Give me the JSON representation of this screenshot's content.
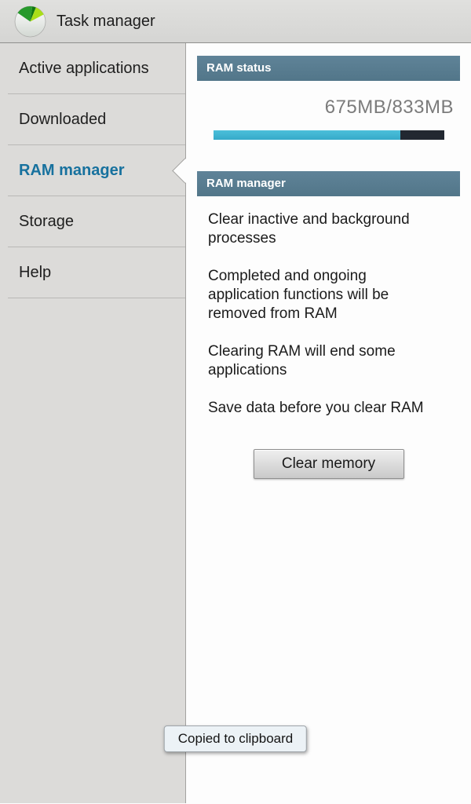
{
  "header": {
    "title": "Task manager",
    "icon": "pie-chart-icon"
  },
  "sidebar": {
    "items": [
      {
        "label": "Active applications",
        "selected": false
      },
      {
        "label": "Downloaded",
        "selected": false
      },
      {
        "label": "RAM manager",
        "selected": true
      },
      {
        "label": "Storage",
        "selected": false
      },
      {
        "label": "Help",
        "selected": false
      }
    ]
  },
  "ram_status": {
    "header": "RAM status",
    "usage_text": "675MB/833MB",
    "used_mb": 675,
    "total_mb": 833
  },
  "ram_manager": {
    "header": "RAM manager",
    "paragraphs": [
      "Clear inactive and background\nprocesses",
      "Completed and ongoing\napplication functions will be\nremoved from RAM",
      "Clearing RAM will end some\napplications",
      "Save data before you clear RAM"
    ],
    "clear_button_label": "Clear memory"
  },
  "toast": {
    "message": "Copied to clipboard"
  },
  "colors": {
    "accent": "#17719e",
    "section-bar-top": "#5f8398",
    "section-bar-bottom": "#527689",
    "progress-fill": "#35a9c9",
    "progress-fill-light": "#4cc0da",
    "progress-track": "#222831",
    "toast-bg": "#ecf2f6"
  }
}
